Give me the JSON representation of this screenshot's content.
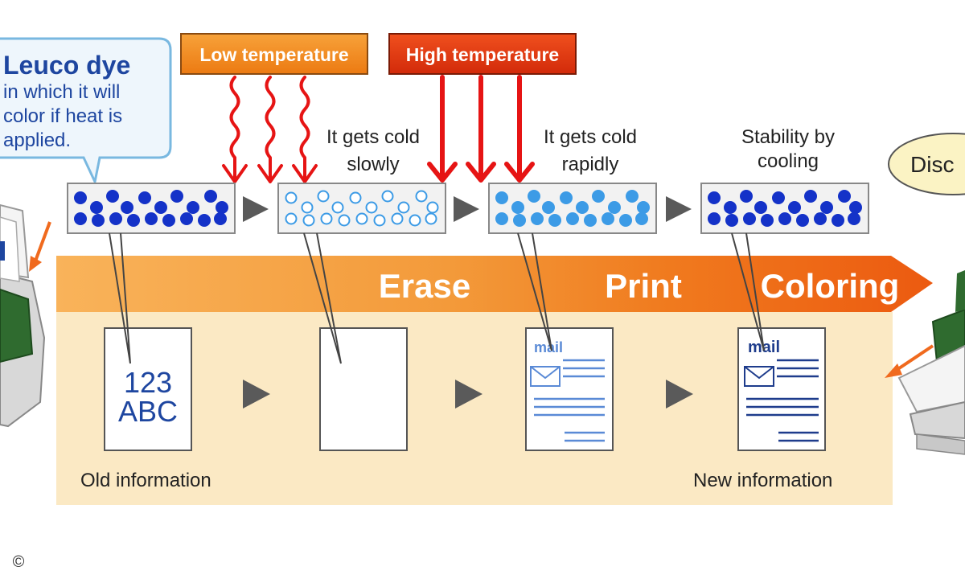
{
  "leuco_callout": {
    "title": "Leuco dye",
    "body_lines": [
      "in which it will",
      "color if heat is",
      "applied."
    ]
  },
  "temperature_labels": {
    "low": "Low temperature",
    "high": "High temperature"
  },
  "state_captions": {
    "slow_cooling": [
      "It gets cold",
      "slowly"
    ],
    "rapid_cooling": [
      "It gets cold",
      "rapidly"
    ],
    "stability": [
      "Stability by",
      "cooling"
    ]
  },
  "process_banner": {
    "erase": "Erase",
    "print": "Print",
    "coloring": "Coloring"
  },
  "documents": {
    "old_text_line1": "123",
    "old_text_line2": "ABC",
    "mail_label_printed": "mail",
    "mail_label_colored": "mail"
  },
  "bottom_labels": {
    "old_info": "Old information",
    "new_info": "New information"
  },
  "side_callout": {
    "text": "Disc"
  },
  "copyright_symbol": "©",
  "colors": {
    "dark_dot": "#1432c8",
    "light_dot": "#3c9be6",
    "orange_banner": "#f07a1e",
    "low_temp_bg": "#f08c1e",
    "high_temp_bg": "#e63c14",
    "panel_bg": "#fbe9c4",
    "text_blue": "#1e46a0",
    "arrow_red": "#e61414"
  }
}
